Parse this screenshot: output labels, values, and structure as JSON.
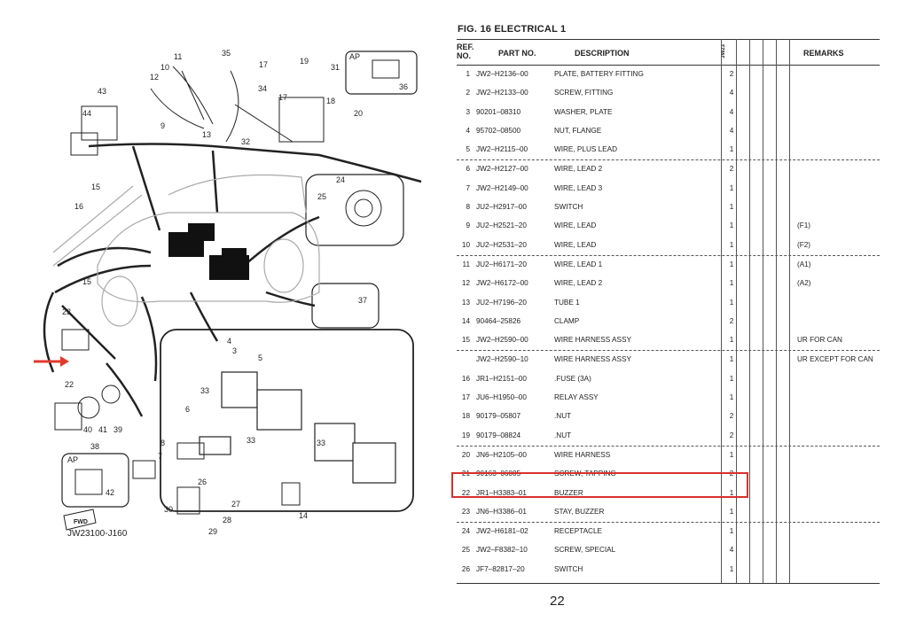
{
  "figure_title": "FIG.  16   ELECTRICAL 1",
  "headers": {
    "ref_line1": "REF.",
    "ref_line2": "NO.",
    "part_no": "PART NO.",
    "description": "DESCRIPTION",
    "model": "JW23",
    "remarks": "REMARKS"
  },
  "rows": [
    {
      "ref": "1",
      "part": "JW2–H2136–00",
      "desc": "PLATE, BATTERY FITTING",
      "qty": "2",
      "remarks": ""
    },
    {
      "ref": "2",
      "part": "JW2–H2133–00",
      "desc": "SCREW, FITTING",
      "qty": "4",
      "remarks": ""
    },
    {
      "ref": "3",
      "part": "90201–08310",
      "desc": "WASHER, PLATE",
      "qty": "4",
      "remarks": ""
    },
    {
      "ref": "4",
      "part": "95702–08500",
      "desc": "NUT, FLANGE",
      "qty": "4",
      "remarks": ""
    },
    {
      "ref": "5",
      "part": "JW2–H2115–00",
      "desc": "WIRE, PLUS LEAD",
      "qty": "1",
      "remarks": ""
    },
    {
      "ref": "6",
      "part": "JW2–H2127–00",
      "desc": "WIRE, LEAD 2",
      "qty": "2",
      "remarks": ""
    },
    {
      "ref": "7",
      "part": "JW2–H2149–00",
      "desc": "WIRE, LEAD 3",
      "qty": "1",
      "remarks": ""
    },
    {
      "ref": "8",
      "part": "JU2–H2917–00",
      "desc": "SWITCH",
      "qty": "1",
      "remarks": ""
    },
    {
      "ref": "9",
      "part": "JU2–H2521–20",
      "desc": "WIRE, LEAD",
      "qty": "1",
      "remarks": "(F1)"
    },
    {
      "ref": "10",
      "part": "JU2–H2531–20",
      "desc": "WIRE, LEAD",
      "qty": "1",
      "remarks": "(F2)"
    },
    {
      "ref": "11",
      "part": "JU2–H6171–20",
      "desc": "WIRE, LEAD 1",
      "qty": "1",
      "remarks": "(A1)"
    },
    {
      "ref": "12",
      "part": "JW2–H6172–00",
      "desc": "WIRE, LEAD 2",
      "qty": "1",
      "remarks": "(A2)"
    },
    {
      "ref": "13",
      "part": "JU2–H7196–20",
      "desc": "TUBE 1",
      "qty": "1",
      "remarks": ""
    },
    {
      "ref": "14",
      "part": "90464–25826",
      "desc": "CLAMP",
      "qty": "2",
      "remarks": ""
    },
    {
      "ref": "15",
      "part": "JW2–H2590–00",
      "desc": "WIRE HARNESS ASSY",
      "qty": "1",
      "remarks": "UR FOR CAN"
    },
    {
      "ref": "",
      "part": "JW2–H2590–10",
      "desc": "WIRE HARNESS ASSY",
      "qty": "1",
      "remarks": "UR EXCEPT FOR CAN"
    },
    {
      "ref": "16",
      "part": "JR1–H2151–00",
      "desc": ".FUSE (3A)",
      "qty": "1",
      "remarks": ""
    },
    {
      "ref": "17",
      "part": "JU6–H1950–00",
      "desc": "RELAY ASSY",
      "qty": "1",
      "remarks": ""
    },
    {
      "ref": "18",
      "part": "90179–05807",
      "desc": ".NUT",
      "qty": "2",
      "remarks": ""
    },
    {
      "ref": "19",
      "part": "90179–08824",
      "desc": ".NUT",
      "qty": "2",
      "remarks": ""
    },
    {
      "ref": "20",
      "part": "JN6–H2105–00",
      "desc": "WIRE HARNESS",
      "qty": "1",
      "remarks": ""
    },
    {
      "ref": "21",
      "part": "90163–06005",
      "desc": "SCREW, TAPPING",
      "qty": "2",
      "remarks": ""
    },
    {
      "ref": "22",
      "part": "JR1–H3383–01",
      "desc": "BUZZER",
      "qty": "1",
      "remarks": ""
    },
    {
      "ref": "23",
      "part": "JN6–H3386–01",
      "desc": "STAY, BUZZER",
      "qty": "1",
      "remarks": ""
    },
    {
      "ref": "24",
      "part": "JW2–H6181–02",
      "desc": "RECEPTACLE",
      "qty": "1",
      "remarks": ""
    },
    {
      "ref": "25",
      "part": "JW2–F8382–10",
      "desc": "SCREW, SPECIAL",
      "qty": "4",
      "remarks": ""
    },
    {
      "ref": "26",
      "part": "JF7–82817–20",
      "desc": "SWITCH",
      "qty": "1",
      "remarks": ""
    }
  ],
  "highlighted_ref": "22",
  "page_number": "22",
  "diagram": {
    "code": "JW23100-J160",
    "fwd": "FWD",
    "ap_label_1": "AP",
    "ap_label_2": "AP",
    "callouts": [
      "35",
      "11",
      "10",
      "12",
      "34",
      "17",
      "19",
      "31",
      "36",
      "43",
      "44",
      "9",
      "13",
      "32",
      "17",
      "18",
      "20",
      "15",
      "16",
      "24",
      "25",
      "15",
      "37",
      "23",
      "4",
      "3",
      "5",
      "33",
      "6",
      "22",
      "40",
      "41",
      "39",
      "38",
      "8",
      "7",
      "42",
      "26",
      "30",
      "29",
      "28",
      "27",
      "14",
      "33",
      "33"
    ],
    "colors": {
      "highlight": "#d9302c",
      "arrow": "#e03a2e",
      "line": "#222222"
    }
  }
}
